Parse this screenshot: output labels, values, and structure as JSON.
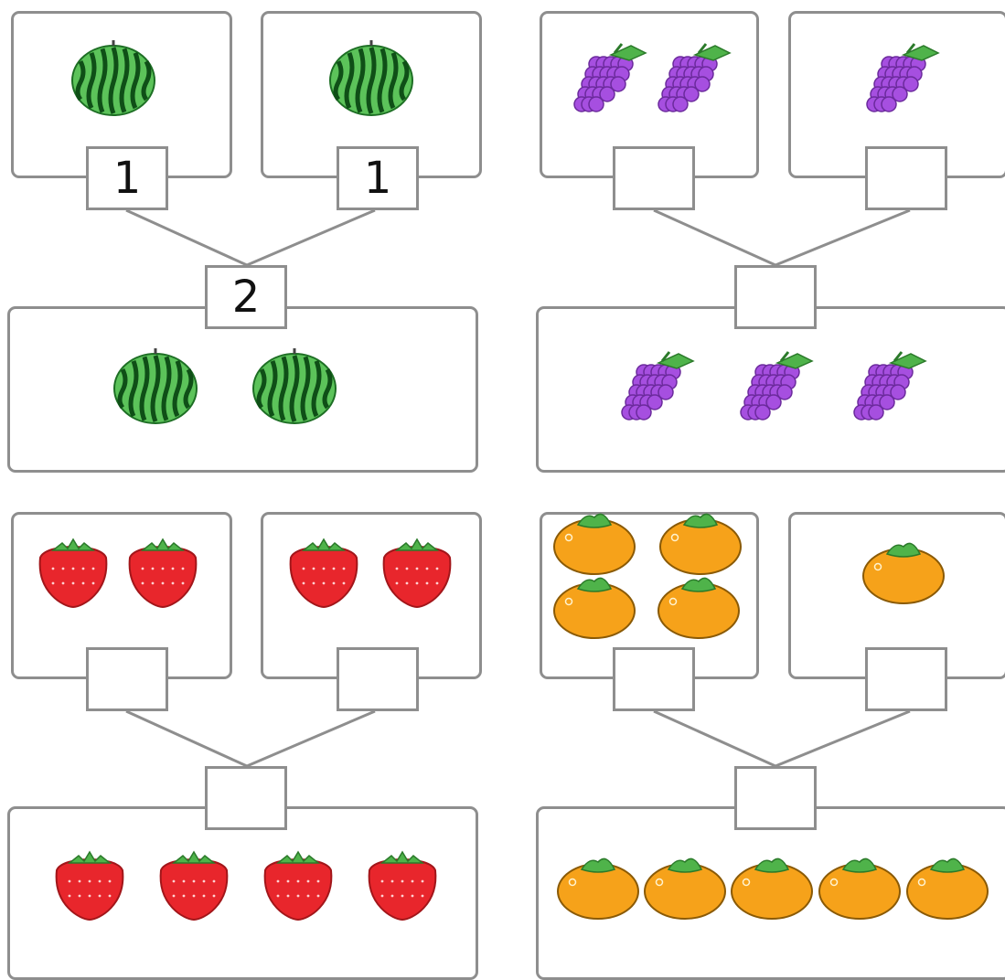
{
  "worksheet": {
    "problems": [
      {
        "fruit": "watermelon",
        "left_count": 1,
        "right_count": 1,
        "total_count": 2,
        "left_answer": "1",
        "right_answer": "1",
        "total_answer": "2"
      },
      {
        "fruit": "grapes",
        "left_count": 2,
        "right_count": 1,
        "total_count": 3,
        "left_answer": "",
        "right_answer": "",
        "total_answer": ""
      },
      {
        "fruit": "strawberry",
        "left_count": 2,
        "right_count": 2,
        "total_count": 4,
        "left_answer": "",
        "right_answer": "",
        "total_answer": ""
      },
      {
        "fruit": "orange",
        "left_count": 4,
        "right_count": 1,
        "total_count": 5,
        "left_answer": "",
        "right_answer": "",
        "total_answer": ""
      }
    ]
  },
  "colors": {
    "border": "#8e8e8e",
    "watermelon": "#2e9e3a",
    "grapes": "#a64fe0",
    "strawberry": "#e8262c",
    "orange": "#f6a21a",
    "leaf": "#4fb34a"
  }
}
